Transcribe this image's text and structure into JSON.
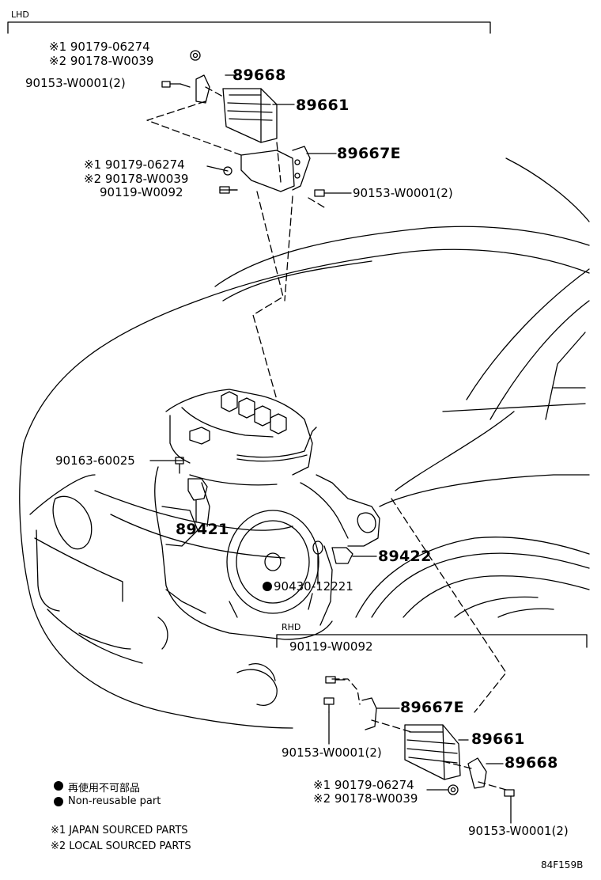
{
  "sections": {
    "lhd": "LHD",
    "rhd": "RHD"
  },
  "lhd": {
    "nut_jp": "※1 90179-06274",
    "nut_local": "※2 90178-W0039",
    "bolt_top": "90153-W0001(2)",
    "bracket_top": "89668",
    "ecu": "89661",
    "nut2_jp": "※1 90179-06274",
    "nut2_local": "※2 90178-W0039",
    "bolt_mid": "90119-W0092",
    "bracket_e": "89667E",
    "bolt_right": "90153-W0001(2)",
    "bolt_sensor": "90163-60025",
    "sensor_cam": "89421",
    "sensor_crank": "89422",
    "gasket": "90430-12221"
  },
  "rhd": {
    "bolt_top": "90119-W0092",
    "bracket_e": "89667E",
    "bolt_left": "90153-W0001(2)",
    "ecu": "89661",
    "bracket": "89668",
    "nut_jp": "※1 90179-06274",
    "nut_local": "※2 90178-W0039",
    "bolt_bottom": "90153-W0001(2)"
  },
  "legend": {
    "non_reusable_jp": "再使用不可部品",
    "non_reusable_en": "Non-reusable part",
    "japan_sourced": "※1 JAPAN SOURCED PARTS",
    "local_sourced": "※2 LOCAL SOURCED PARTS"
  },
  "figure_code": "84F159B"
}
